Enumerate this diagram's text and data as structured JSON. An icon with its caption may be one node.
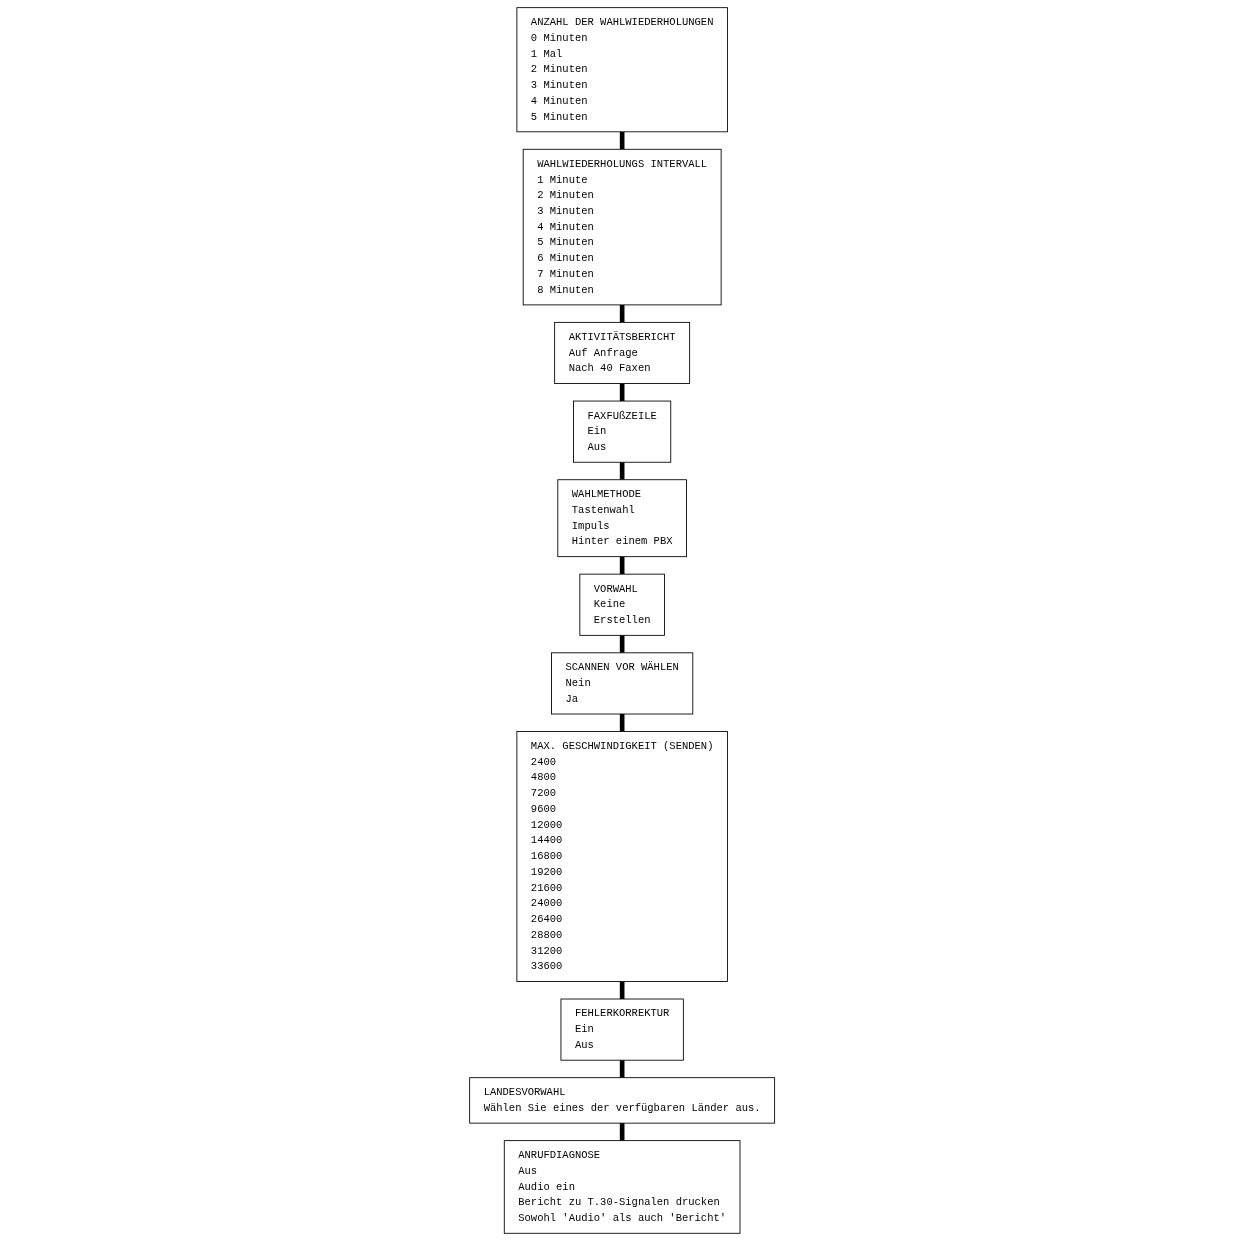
{
  "diagram": {
    "nodes": [
      {
        "text": [
          "ANZAHL DER WAHLWIEDERHOLUNGEN",
          "0 Minuten",
          "1 Mal",
          "2 Minuten",
          "3 Minuten",
          "4 Minuten",
          "5 Minuten"
        ]
      },
      {
        "text": [
          "WAHLWIEDERHOLUNGS INTERVALL",
          "1 Minute",
          "2 Minuten",
          "3 Minuten",
          "4 Minuten",
          "5 Minuten",
          "6 Minuten",
          "7 Minuten",
          "8 Minuten"
        ]
      },
      {
        "text": [
          "AKTIVITÄTSBERICHT",
          "Auf Anfrage",
          "Nach 40 Faxen"
        ]
      },
      {
        "text": [
          "FAXFUßZEILE",
          "Ein",
          "Aus"
        ]
      },
      {
        "text": [
          "WAHLMETHODE",
          "Tastenwahl",
          "Impuls",
          "Hinter einem PBX"
        ]
      },
      {
        "text": [
          "VORWAHL",
          "Keine",
          "Erstellen"
        ]
      },
      {
        "text": [
          "SCANNEN VOR WÄHLEN",
          "Nein",
          "Ja"
        ]
      },
      {
        "text": [
          "MAX. GESCHWINDIGKEIT (SENDEN)",
          "2400",
          "4800",
          "7200",
          "9600",
          "12000",
          "14400",
          "16800",
          "19200",
          "21600",
          "24000",
          "26400",
          "28800",
          "31200",
          "33600"
        ]
      },
      {
        "text": [
          "FEHLERKORREKTUR",
          "Ein",
          "Aus"
        ]
      },
      {
        "text": [
          "LANDESVORWAHL",
          "Wählen Sie eines der verfügbaren Länder aus."
        ]
      },
      {
        "text": [
          "ANRUFDIAGNOSE",
          "Aus",
          "Audio ein",
          "Bericht zu T.30-Signalen drucken",
          "Sowohl 'Audio' als auch 'Bericht'"
        ]
      }
    ],
    "edges": [
      {
        "from": 0,
        "to": 1,
        "arrow": "none"
      },
      {
        "from": 1,
        "to": 2,
        "arrow": "none"
      },
      {
        "from": 2,
        "to": 3,
        "arrow": "none"
      },
      {
        "from": 3,
        "to": 4,
        "arrow": "none"
      },
      {
        "from": 4,
        "to": 5,
        "arrow": "none"
      },
      {
        "from": 5,
        "to": 6,
        "arrow": "none"
      },
      {
        "from": 6,
        "to": 7,
        "arrow": "none"
      },
      {
        "from": 7,
        "to": 8,
        "arrow": "none"
      },
      {
        "from": 8,
        "to": 9,
        "arrow": "none"
      },
      {
        "from": 9,
        "to": 10,
        "arrow": "none"
      }
    ]
  }
}
